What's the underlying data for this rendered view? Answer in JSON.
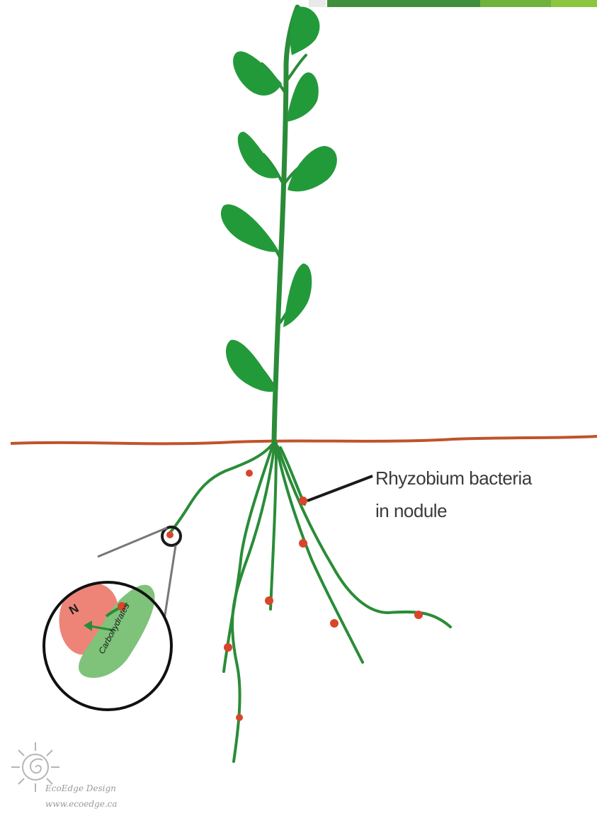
{
  "annotation": {
    "line1": "Rhyzobium bacteria",
    "line2": "in nodule"
  },
  "inset": {
    "nitrogen_symbol": "N",
    "carbohydrates_label": "Carbohydrates"
  },
  "watermark": {
    "name": "EcoEdge Design",
    "url": "www.ecoedge.ca"
  },
  "colors": {
    "leaf": "#239a3a",
    "stem": "#2a8c38",
    "soil_line": "#c0532a",
    "nodule": "#d9452b",
    "nitrogen_fill": "#ee8478",
    "carbohydrate_fill": "#7fc27a",
    "banner_dark": "#3f8f3c",
    "banner_light": "#8cc63f"
  }
}
